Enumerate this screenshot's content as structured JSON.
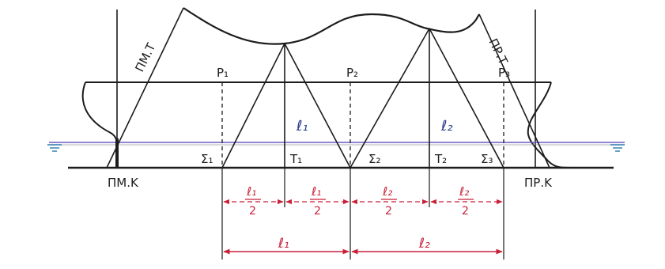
{
  "labels": {
    "bow_top": "ΠΜ.Τ",
    "stern_top": "ΠΡ.Τ",
    "bow_keel": "ΠΜ.Κ",
    "stern_keel": "ΠΡ.Κ",
    "p1": "P₁",
    "p2": "P₂",
    "p3": "P₃",
    "sigma1": "Σ₁",
    "sigma2": "Σ₂",
    "sigma3": "Σ₃",
    "t1": "T₁",
    "t2": "T₂",
    "l1_mid": "ℓ₁",
    "l2_mid": "ℓ₂"
  },
  "dimensions": {
    "half_l1_num": "ℓ₁",
    "half_l2_num": "ℓ₂",
    "half_den": "2",
    "full_l1": "ℓ₁",
    "full_l2": "ℓ₂"
  },
  "colors": {
    "ink": "#1c1c1c",
    "dimension_red": "#c8213a",
    "waterline_blue": "#6b5cc4",
    "label_blue": "#2a3a8c",
    "background": "#ffffff"
  }
}
